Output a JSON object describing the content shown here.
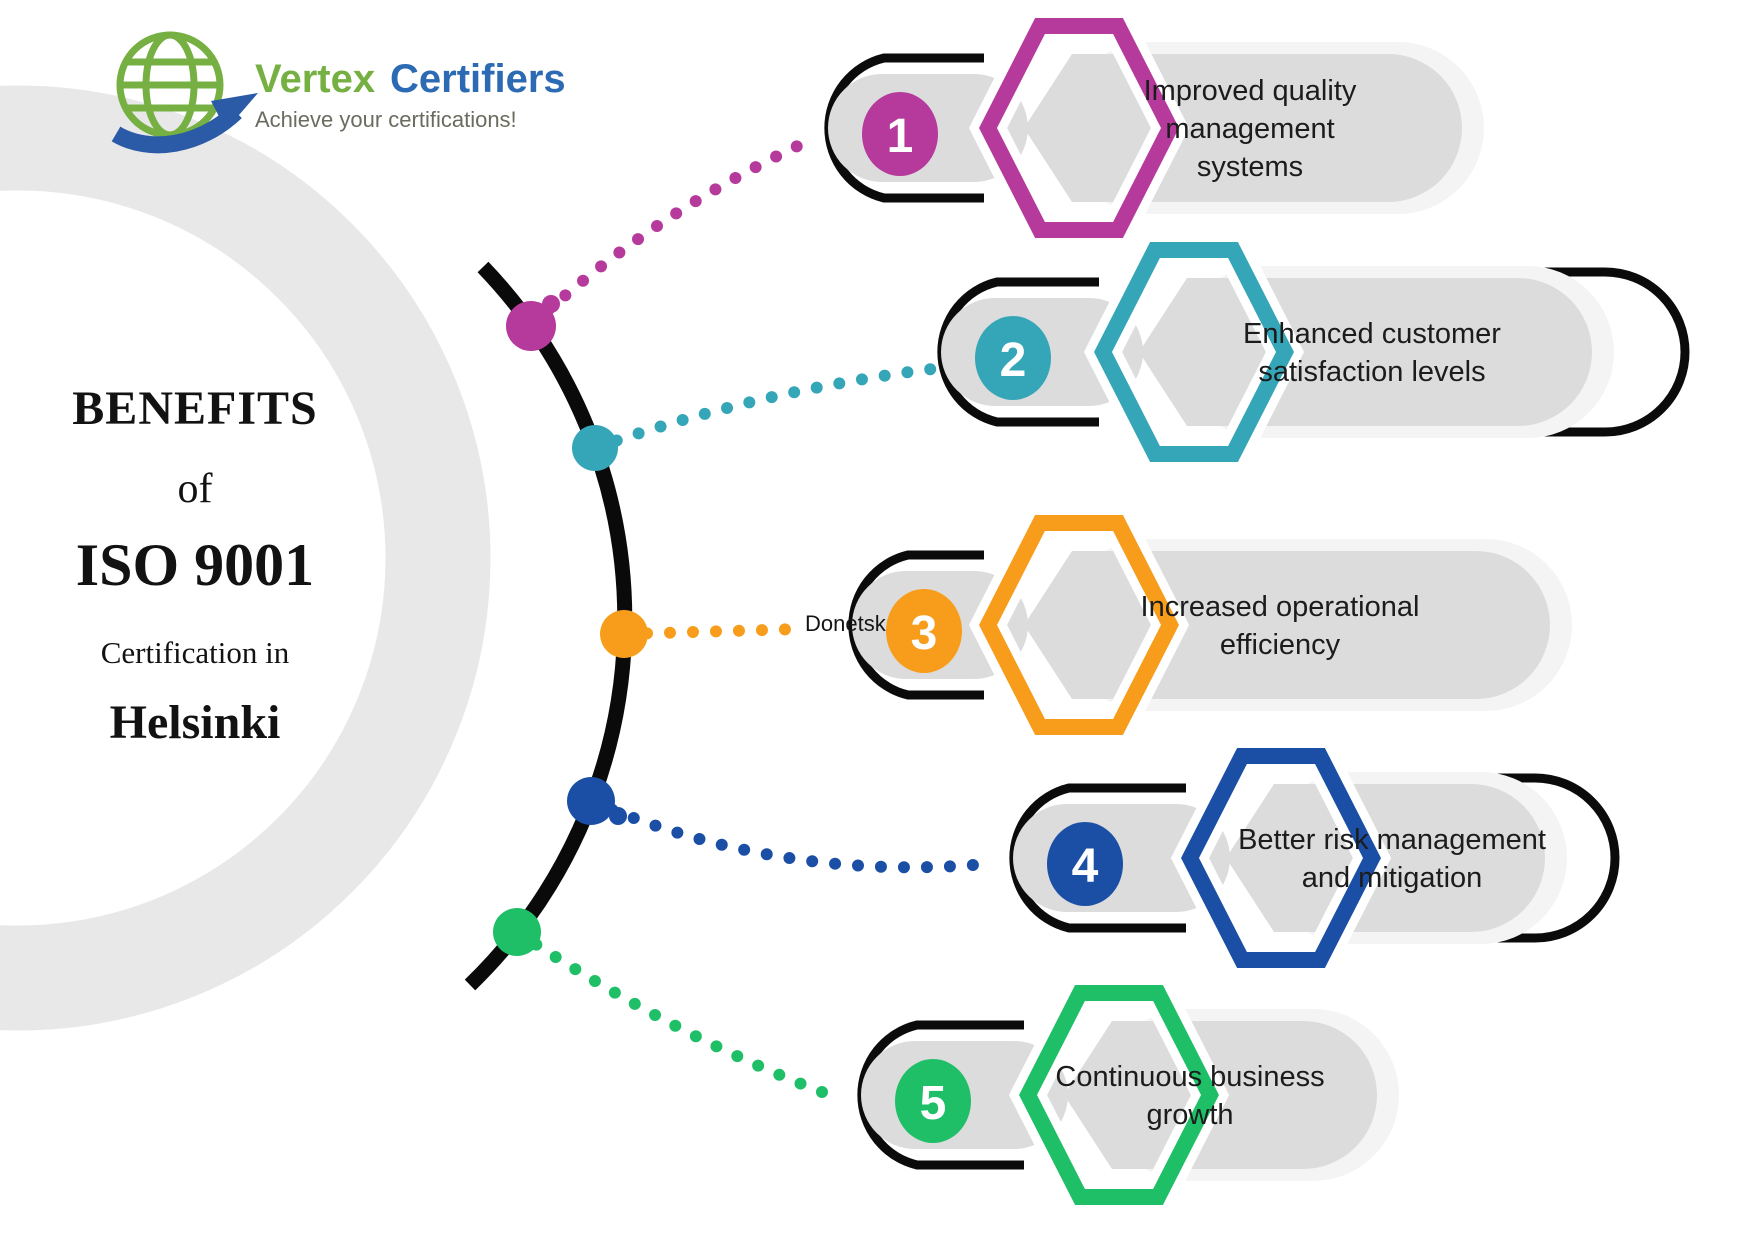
{
  "logo": {
    "brand_primary": "Vertex",
    "brand_secondary": "Certifiers",
    "tagline": "Achieve your certifications!",
    "globe_color": "#76b043",
    "arrow_color": "#2b5aa7",
    "brand_primary_color": "#76b043",
    "brand_secondary_color": "#2c6bb3",
    "tagline_color": "#6b6b5f"
  },
  "title": {
    "line1": "BENEFITS",
    "line2": "of",
    "line3": "ISO 9001",
    "line4": "Certification in",
    "line5": "Helsinki"
  },
  "map_label": "Donetsk",
  "benefits": [
    {
      "number": "1",
      "color": "#b53a9c",
      "lines": [
        "Improved quality",
        "management",
        "systems"
      ]
    },
    {
      "number": "2",
      "color": "#35a6b8",
      "lines": [
        "Enhanced customer",
        "satisfaction levels"
      ]
    },
    {
      "number": "3",
      "color": "#f89c1b",
      "lines": [
        "Increased operational",
        "efficiency"
      ]
    },
    {
      "number": "4",
      "color": "#1b4fa5",
      "lines": [
        "Better risk management",
        "and mitigation"
      ]
    },
    {
      "number": "5",
      "color": "#1fbf68",
      "lines": [
        "Continuous business",
        "growth"
      ]
    }
  ],
  "colors": {
    "ring": "#e8e8e8",
    "arc": "#0a0a0a",
    "pill_gray": "#dcdcdc",
    "pill_shadow": "#f4f4f4",
    "text_dark": "#1c1c1c"
  }
}
